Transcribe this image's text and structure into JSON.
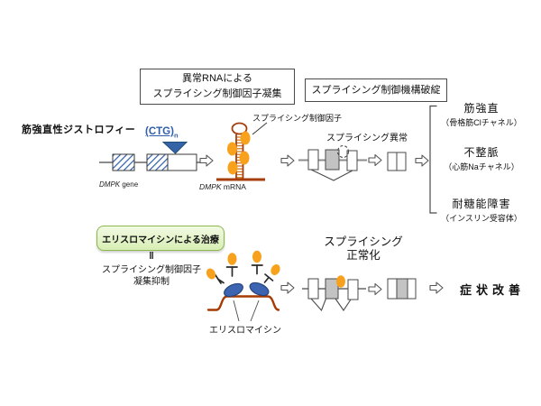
{
  "header_boxes": {
    "abnormal_rna_line1": "異常RNAによる",
    "abnormal_rna_line2": "スプライシング制御因子凝集",
    "disruption": "スプライシング制御機構破綻"
  },
  "disease_title": "筋強直性ジストロフィー",
  "gene": {
    "repeat": "(CTG)",
    "repeat_sub": "n",
    "name": "DMPK",
    "name_suffix": " gene"
  },
  "mrna": {
    "name": "DMPK",
    "name_suffix": " mRNA",
    "factor_label": "スプライシング制御因子"
  },
  "splicing": {
    "abnormal_label": "スプライシング異常"
  },
  "outcomes": [
    {
      "name": "筋強直",
      "detail": "（骨格筋Clチャネル）"
    },
    {
      "name": "不整脈",
      "detail": "（心筋Naチャネル）"
    },
    {
      "name": "耐糖能障害",
      "detail": "（インスリン受容体）"
    }
  ],
  "treatment": {
    "box_label": "エリスロマイシンによる治療",
    "equals_mark": "‖",
    "mechanism_line1": "スプライシング制御因子",
    "mechanism_line2": "凝集抑制",
    "drug_label": "エリスロマイシン",
    "normalization_line1": "スプライシング",
    "normalization_line2": "正常化",
    "result": "症状改善"
  },
  "colors": {
    "factor_orange": "#F7A11C",
    "rna_brown": "#A63E0B",
    "repeat_blue": "#2F5FA8",
    "drug_blue": "#3C64B0",
    "exon_gray": "#C3C3C3",
    "treatment_green": "#8BB84F"
  }
}
